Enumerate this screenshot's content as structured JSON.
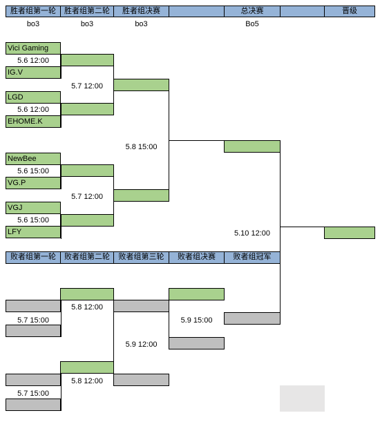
{
  "headers": {
    "winners": [
      "胜者组第一轮",
      "胜者组第二轮",
      "胜者组决赛",
      "",
      "总决赛",
      "",
      "晋级"
    ],
    "losers": [
      "败者组第一轮",
      "败者组第二轮",
      "败者组第三轮",
      "败者组决赛",
      "败者组冠军"
    ]
  },
  "formats": [
    "bo3",
    "bo3",
    "bo3",
    "Bo5"
  ],
  "teams": [
    "Vici Gaming",
    "IG.V",
    "LGD",
    "EHOME.K",
    "NewBee",
    "VG.P",
    "VGJ",
    "LFY"
  ],
  "times": {
    "wr1_m1": "5.6 12:00",
    "wr1_m2": "5.6 12:00",
    "wr1_m3": "5.6 15:00",
    "wr1_m4": "5.6 15:00",
    "wr2_m1": "5.7 12:00",
    "wr2_m2": "5.7 12:00",
    "wf": "5.8 15:00",
    "gf": "5.10 12:00",
    "lr1_m1": "5.7 15:00",
    "lr1_m2": "5.7 15:00",
    "lr2_m1": "5.8 12:00",
    "lr2_m2": "5.8 12:00",
    "lr3": "5.9 12:00",
    "lf": "5.9 15:00"
  },
  "colors": {
    "header": "#95b3d7",
    "winner_slot": "#a9d18e",
    "loser_slot": "#bfbfbf"
  }
}
